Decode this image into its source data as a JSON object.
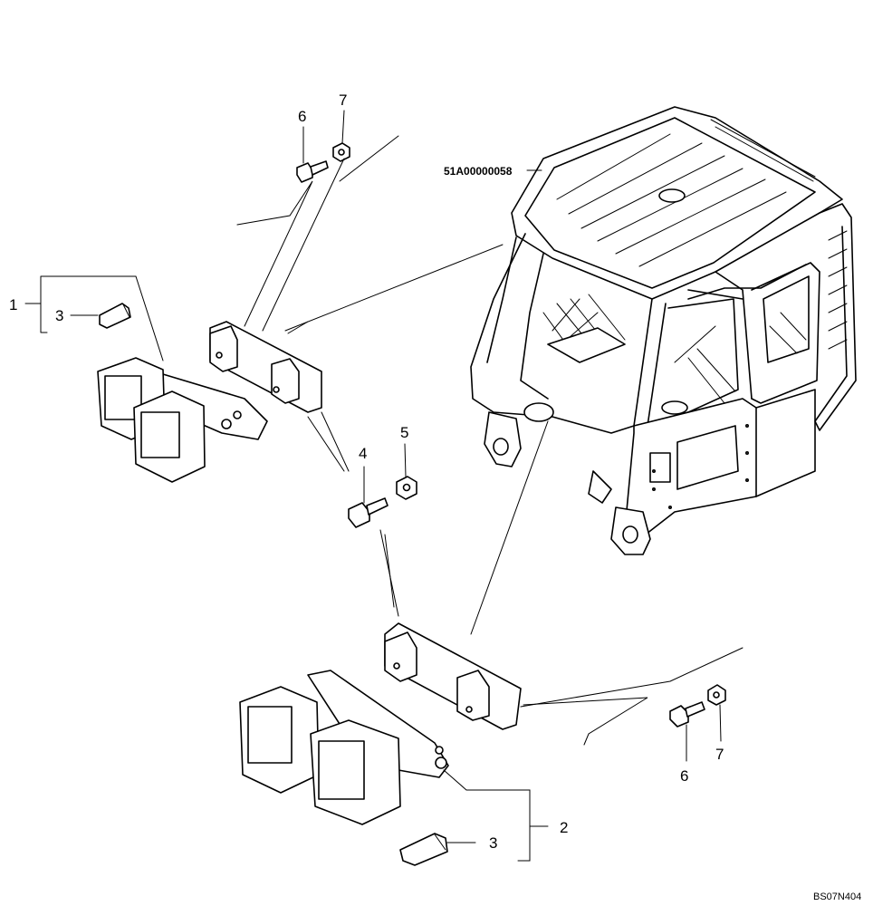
{
  "callouts": {
    "c1": "1",
    "c2": "2",
    "c3_top": "3",
    "c3_bottom": "3",
    "c4": "4",
    "c5": "5",
    "c6_top": "6",
    "c6_bottom": "6",
    "c7_top": "7",
    "c7_bottom": "7"
  },
  "cab_reference": "51A00000058",
  "drawing_code": "BS07N404"
}
